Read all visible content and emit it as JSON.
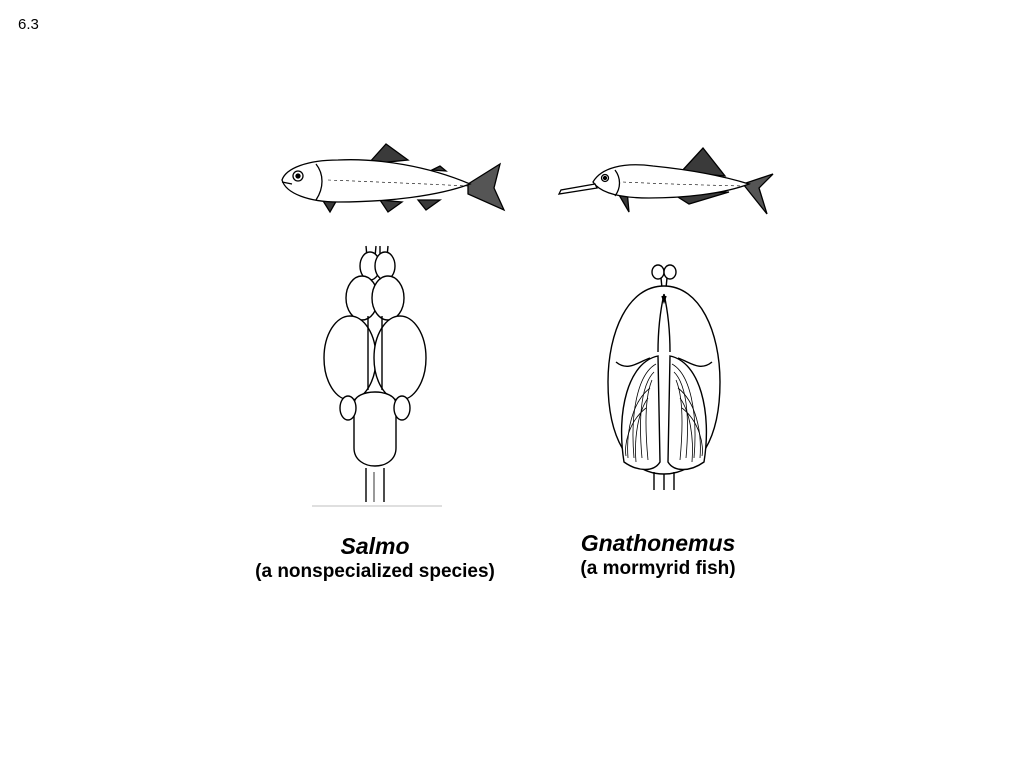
{
  "slide": {
    "number": "6.3"
  },
  "left": {
    "genus": "Salmo",
    "description": "(a nonspecialized species)"
  },
  "right": {
    "genus": "Gnathonemus",
    "description": "(a mormyrid fish)"
  },
  "colors": {
    "ink": "#000000",
    "fin": "#3a3a3a",
    "background": "#ffffff"
  }
}
